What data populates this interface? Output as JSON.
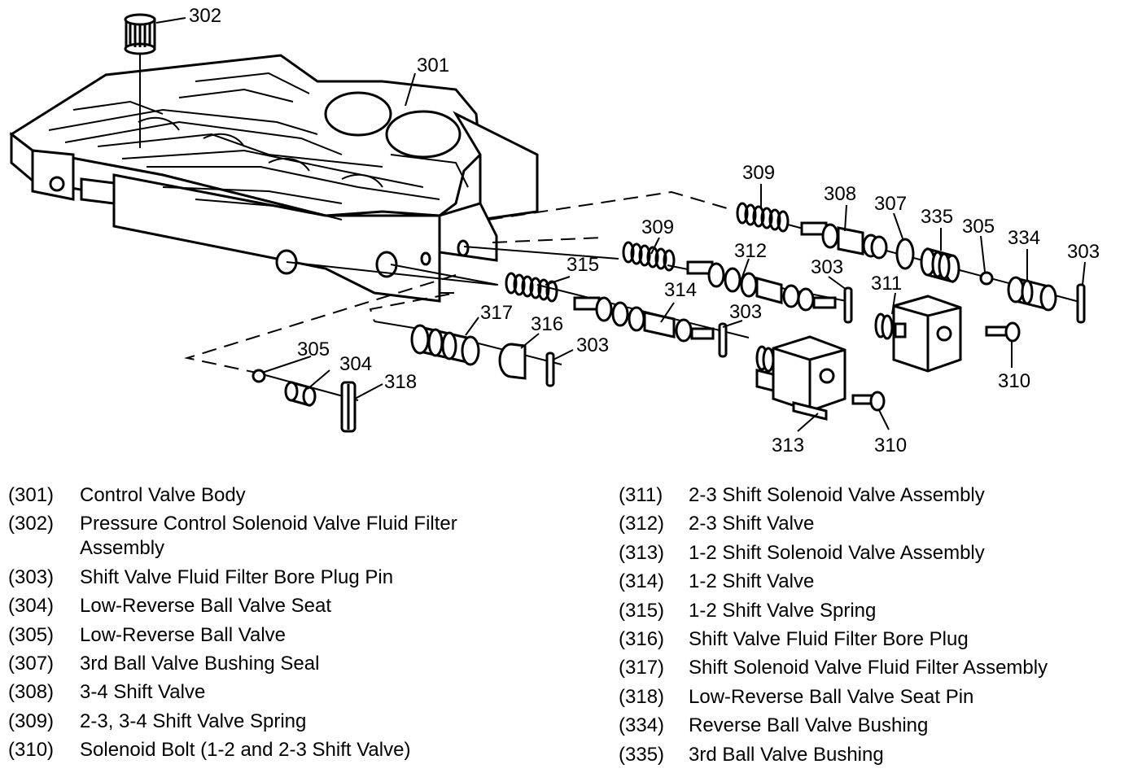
{
  "callouts": {
    "c301": "301",
    "c302": "302",
    "c303a": "303",
    "c303b": "303",
    "c303c": "303",
    "c303d": "303",
    "c304": "304",
    "c305a": "305",
    "c305b": "305",
    "c307": "307",
    "c308": "308",
    "c309a": "309",
    "c309b": "309",
    "c310a": "310",
    "c310b": "310",
    "c311": "311",
    "c312": "312",
    "c313": "313",
    "c314": "314",
    "c315": "315",
    "c316": "316",
    "c317": "317",
    "c318": "318",
    "c334": "334",
    "c335": "335"
  },
  "legend": {
    "left": [
      {
        "num": "(301)",
        "desc": "Control Valve Body"
      },
      {
        "num": "(302)",
        "desc": "Pressure Control Solenoid Valve Fluid Filter Assembly"
      },
      {
        "num": "(303)",
        "desc": "Shift Valve Fluid Filter Bore Plug Pin"
      },
      {
        "num": "(304)",
        "desc": "Low-Reverse Ball Valve Seat"
      },
      {
        "num": "(305)",
        "desc": "Low-Reverse Ball Valve"
      },
      {
        "num": "(307)",
        "desc": "3rd Ball Valve Bushing Seal"
      },
      {
        "num": "(308)",
        "desc": "3-4 Shift Valve"
      },
      {
        "num": "(309)",
        "desc": "2-3, 3-4 Shift Valve Spring"
      },
      {
        "num": "(310)",
        "desc": "Solenoid Bolt (1-2 and 2-3 Shift Valve)"
      }
    ],
    "right": [
      {
        "num": "(311)",
        "desc": "2-3 Shift Solenoid Valve Assembly"
      },
      {
        "num": "(312)",
        "desc": "2-3 Shift Valve"
      },
      {
        "num": "(313)",
        "desc": "1-2 Shift Solenoid Valve Assembly"
      },
      {
        "num": "(314)",
        "desc": "1-2 Shift Valve"
      },
      {
        "num": "(315)",
        "desc": "1-2 Shift Valve Spring"
      },
      {
        "num": "(316)",
        "desc": "Shift Valve Fluid Filter Bore Plug"
      },
      {
        "num": "(317)",
        "desc": "Shift Solenoid Valve Fluid Filter Assembly"
      },
      {
        "num": "(318)",
        "desc": "Low-Reverse Ball Valve Seat Pin"
      },
      {
        "num": "(334)",
        "desc": "Reverse Ball Valve Bushing"
      },
      {
        "num": "(335)",
        "desc": "3rd Ball Valve Bushing"
      }
    ]
  }
}
